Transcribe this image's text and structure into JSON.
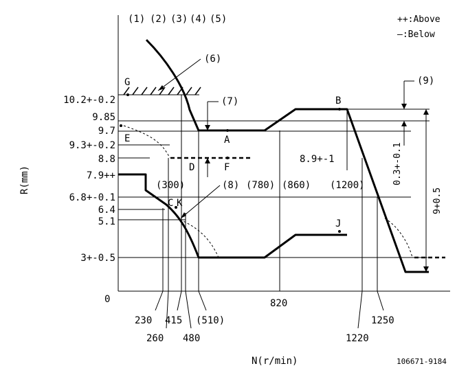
{
  "legend": {
    "above": "++:Above",
    "below": "—:Below"
  },
  "callouts": [
    "(1)",
    "(2)",
    "(3)",
    "(4)",
    "(5)",
    "(6)",
    "(7)",
    "(8)",
    "(9)"
  ],
  "axes": {
    "y_label": "R(mm)",
    "x_label": "N(r/min)",
    "origin": "0"
  },
  "y_ticks": [
    "10.2+-0.2",
    "9.85",
    "9.7",
    "9.3+-0.2",
    "8.8",
    "7.9++",
    "6.8+-0.1",
    "6.4",
    "5.1",
    "3+-0.5"
  ],
  "x_ticks_row1": [
    "230",
    "415",
    "(510)",
    "820",
    "1250"
  ],
  "x_ticks_row2": [
    "260",
    "480",
    "1220"
  ],
  "inner_labels": [
    "(300)",
    "(780)",
    "(860)",
    "(1200)"
  ],
  "points": [
    "G",
    "B",
    "E",
    "A",
    "D",
    "F",
    "C",
    "K",
    "J"
  ],
  "annotations": {
    "mid_value": "8.9+-1",
    "range_small": "0.3+-0.1",
    "range_large": "9+0.5"
  },
  "doc_number": "106671-9184"
}
